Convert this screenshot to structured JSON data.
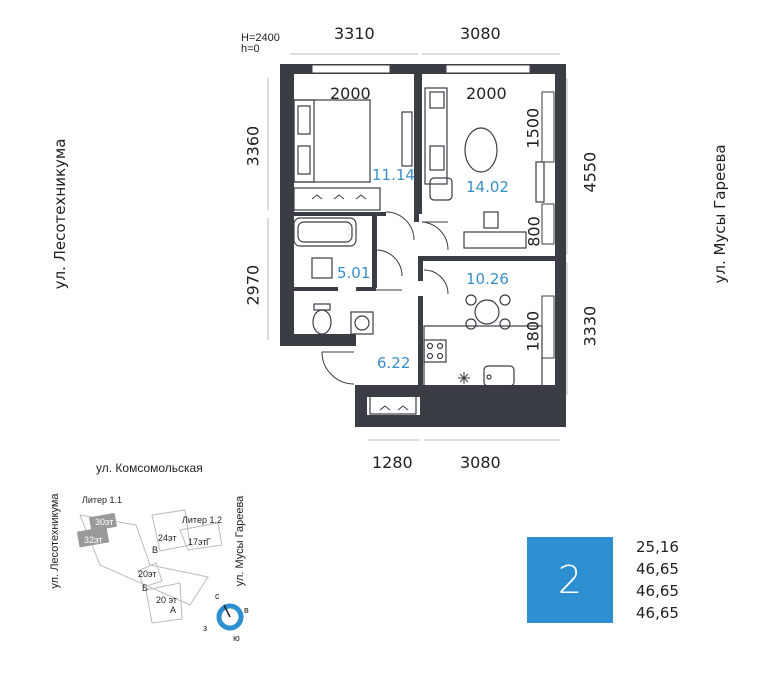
{
  "header": {
    "height_note": "H=2400",
    "level_note": "h=0"
  },
  "dimensions": {
    "top_left": "3310",
    "top_right": "3080",
    "bottom_left": "1280",
    "bottom_right": "3080",
    "left_top": "3360",
    "left_bottom": "2970",
    "right_top": "4550",
    "right_bottom": "3330",
    "window_bedroom": "2000",
    "window_living": "2000",
    "window_living_side": "1500",
    "window_living_side2": "800",
    "window_kitchen": "1800"
  },
  "rooms": {
    "bedroom": "11.14",
    "living": "14.02",
    "bath": "5.01",
    "kitchen": "10.26",
    "hall": "6.22"
  },
  "streets": {
    "left": "ул. Лесотехникума",
    "right": "ул. Мусы Гареева"
  },
  "site_plan": {
    "street_top": "ул. Комсомольская",
    "street_left": "ул. Лесотехникума",
    "street_right": "ул. Мусы Гареева",
    "liter_1_1": "Литер 1.1",
    "liter_1_2": "Литер 1.2",
    "floors_30": "30эт",
    "floors_32": "32эт",
    "floors_24": "24эт",
    "floors_17": "17эт",
    "floors_20a": "20эт",
    "floors_20b": "20 эт",
    "block_v": "В",
    "block_g": "Г",
    "block_b": "Б",
    "block_a": "А",
    "compass_n": "с",
    "compass_e": "в",
    "compass_s": "ю",
    "compass_w": "з"
  },
  "summary": {
    "rooms_count": "2",
    "areas": [
      "25,16",
      "46,65",
      "46,65",
      "46,65"
    ],
    "accent_color": "#2d8fcf"
  }
}
